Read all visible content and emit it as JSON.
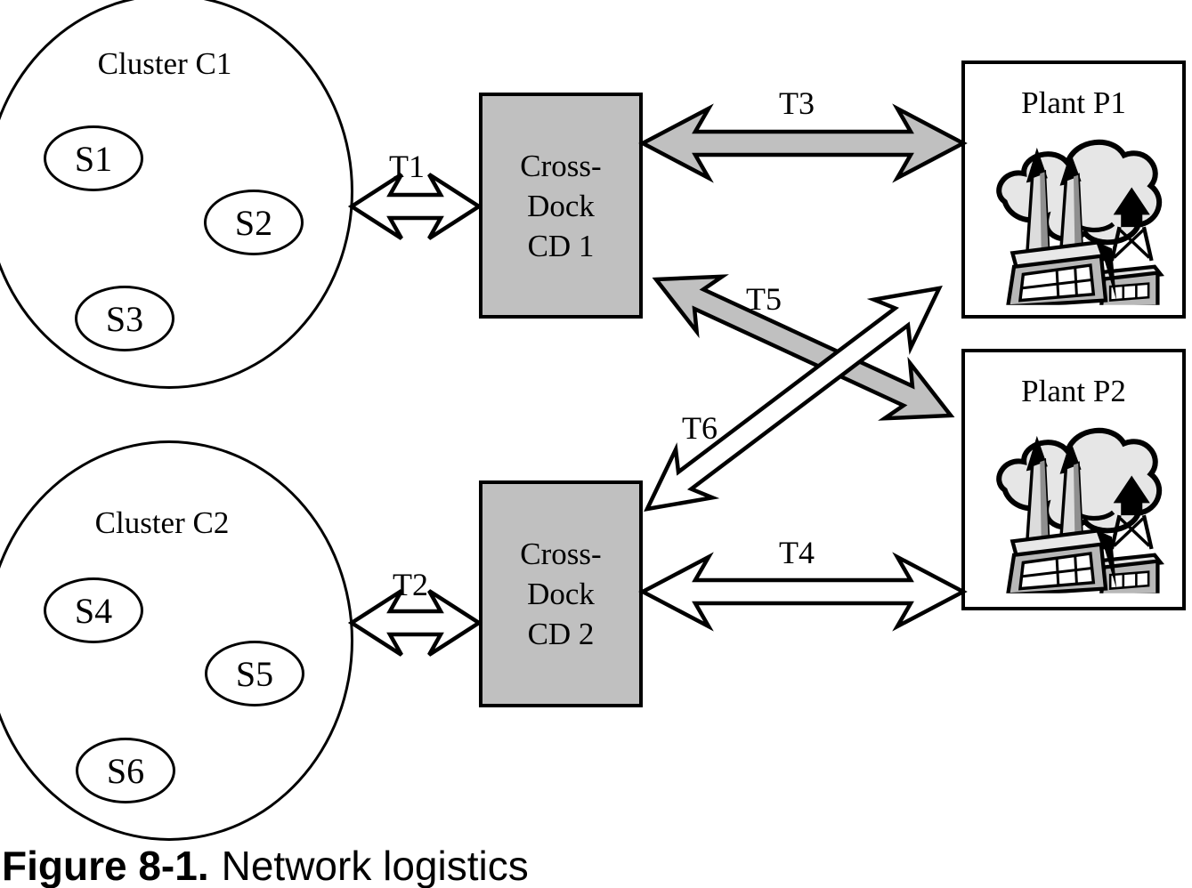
{
  "figure": {
    "caption_bold": "Figure 8-1.",
    "caption_text": "Network logistics"
  },
  "clusters": [
    {
      "id": "C1",
      "label": "Cluster C1",
      "suppliers": [
        "S1",
        "S2",
        "S3"
      ]
    },
    {
      "id": "C2",
      "label": "Cluster C2",
      "suppliers": [
        "S4",
        "S5",
        "S6"
      ]
    }
  ],
  "crossdocks": [
    {
      "id": "CD1",
      "lines": [
        "Cross-",
        "Dock",
        "CD 1"
      ]
    },
    {
      "id": "CD2",
      "lines": [
        "Cross-",
        "Dock",
        "CD 2"
      ]
    }
  ],
  "plants": [
    {
      "id": "P1",
      "label": "Plant P1",
      "icon": "factory-icon"
    },
    {
      "id": "P2",
      "label": "Plant P2",
      "icon": "factory-icon"
    }
  ],
  "transports": [
    {
      "id": "T1",
      "label": "T1",
      "style": "white",
      "from": "Cluster C1",
      "to": "Cross-Dock CD 1"
    },
    {
      "id": "T2",
      "label": "T2",
      "style": "white",
      "from": "Cluster C2",
      "to": "Cross-Dock CD 2"
    },
    {
      "id": "T3",
      "label": "T3",
      "style": "gray",
      "from": "Cross-Dock CD 1",
      "to": "Plant P1"
    },
    {
      "id": "T4",
      "label": "T4",
      "style": "white",
      "from": "Cross-Dock CD 2",
      "to": "Plant P2"
    },
    {
      "id": "T5",
      "label": "T5",
      "style": "gray",
      "from": "Cross-Dock CD 1",
      "to": "Plant P2"
    },
    {
      "id": "T6",
      "label": "T6",
      "style": "white",
      "from": "Cross-Dock CD 2",
      "to": "Plant P1"
    }
  ],
  "colors": {
    "box_fill": "#c0c0c0",
    "arrow_gray": "#c0c0c0",
    "arrow_white": "#ffffff",
    "outline": "#000000",
    "smoke_cloud": "#e6e6e6"
  }
}
